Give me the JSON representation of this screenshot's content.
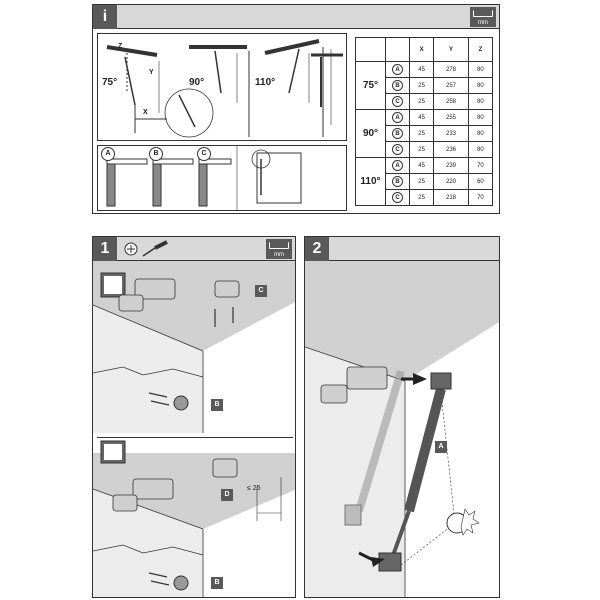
{
  "info_panel": {
    "icon_label": "i",
    "unit": "mm",
    "diagram_angles": [
      "75°",
      "90°",
      "110°"
    ],
    "axis_labels": {
      "x": "X",
      "y": "Y",
      "z": "Z"
    },
    "option_labels": [
      "A",
      "B",
      "C"
    ],
    "table": {
      "columns": [
        "X",
        "Y",
        "Z"
      ],
      "groups": [
        {
          "angle": "75°",
          "rows": [
            {
              "option": "A",
              "x": "45",
              "y": "278",
              "z": "80"
            },
            {
              "option": "B",
              "x": "25",
              "y": "257",
              "z": "80"
            },
            {
              "option": "C",
              "x": "25",
              "y": "258",
              "z": "80"
            }
          ]
        },
        {
          "angle": "90°",
          "rows": [
            {
              "option": "A",
              "x": "45",
              "y": "255",
              "z": "80"
            },
            {
              "option": "B",
              "x": "25",
              "y": "233",
              "z": "80"
            },
            {
              "option": "C",
              "x": "25",
              "y": "236",
              "z": "80"
            }
          ]
        },
        {
          "angle": "110°",
          "rows": [
            {
              "option": "A",
              "x": "45",
              "y": "239",
              "z": "70"
            },
            {
              "option": "B",
              "x": "25",
              "y": "220",
              "z": "60"
            },
            {
              "option": "C",
              "x": "25",
              "y": "218",
              "z": "70"
            }
          ]
        }
      ]
    }
  },
  "step1": {
    "number": "1",
    "unit": "mm",
    "tool_icons": [
      "phillips-screw-icon",
      "screwdriver-icon"
    ],
    "part_labels": {
      "c": "C",
      "b": "B",
      "d": "D"
    },
    "dimension": "≤ 25"
  },
  "step2": {
    "number": "2",
    "part_label": "A"
  }
}
